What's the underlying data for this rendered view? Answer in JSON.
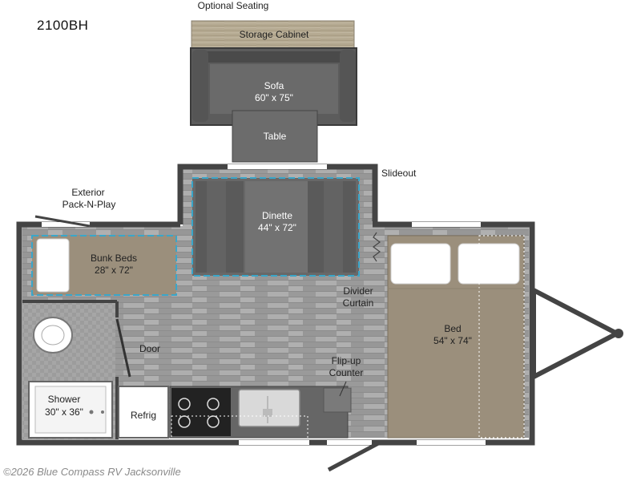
{
  "model": "2100BH",
  "optional_seating": {
    "heading": "Optional Seating",
    "storage_cabinet": "Storage Cabinet",
    "sofa": {
      "name": "Sofa",
      "size": "60\" x 75\""
    },
    "table": "Table"
  },
  "rooms": {
    "slideout": "Slideout",
    "dinette": {
      "name": "Dinette",
      "size": "44\" x 72\""
    },
    "exterior_pack_n_play": [
      "Exterior",
      "Pack-N-Play"
    ],
    "bunk_beds": {
      "name": "Bunk Beds",
      "size": "28\" x 72\""
    },
    "divider_curtain": [
      "Divider",
      "Curtain"
    ],
    "bed": {
      "name": "Bed",
      "size": "54\" x 74\""
    },
    "door": "Door",
    "flip_up_counter": [
      "Flip-up",
      "Counter"
    ],
    "shower": {
      "name": "Shower",
      "size": "30\" x 36\""
    },
    "refrig": "Refrig"
  },
  "credit": "©2026 Blue Compass RV Jacksonville",
  "colors": {
    "wall": "#4a4a4a",
    "floor": "#9a9a9a",
    "furniture_gray": "#6e6e6e",
    "bed_tan": "#9b8f7c",
    "cabinet_wood": "#b3a78e",
    "accent_blue": "#3aa6c9"
  }
}
